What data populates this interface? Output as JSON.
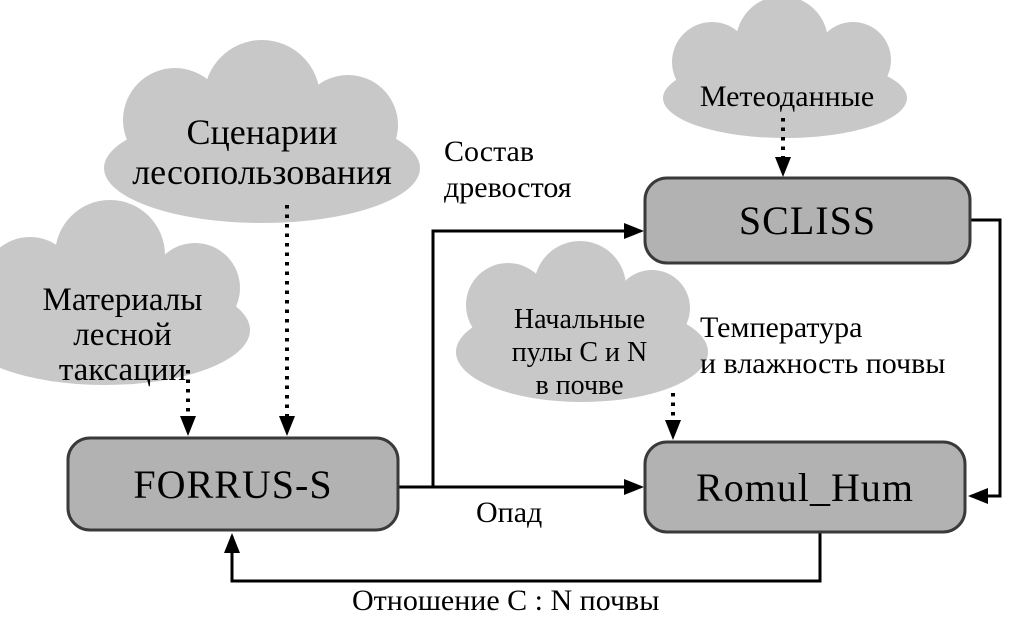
{
  "colors": {
    "background": "#ffffff",
    "cloud_fill": "#c8c8c8",
    "box_fill": "#b2b2b2",
    "box_border": "#3a3a3a",
    "arrow": "#000000",
    "text": "#000000"
  },
  "boxes": {
    "scliss": {
      "label": "SCLISS"
    },
    "forrus": {
      "label": "FORRUS-S"
    },
    "romul": {
      "label": "Romul_Hum"
    }
  },
  "clouds": {
    "scenarios": {
      "line1": "Сценарии",
      "line2": "лесопользования"
    },
    "taxation": {
      "line1": "Материалы",
      "line2": "лесной",
      "line3": "таксации"
    },
    "meteo": {
      "line1": "Метеоданные"
    },
    "pools": {
      "line1": "Начальные",
      "line2": "пулы C и N",
      "line3": "в почве"
    }
  },
  "edge_labels": {
    "stand_composition": {
      "line1": "Состав",
      "line2": "древостоя"
    },
    "litter": {
      "label": "Опад"
    },
    "soil_climate": {
      "line1": "Температура",
      "line2": "и влажность почвы"
    },
    "cn_ratio": {
      "label": "Отношение C : N почвы"
    }
  }
}
